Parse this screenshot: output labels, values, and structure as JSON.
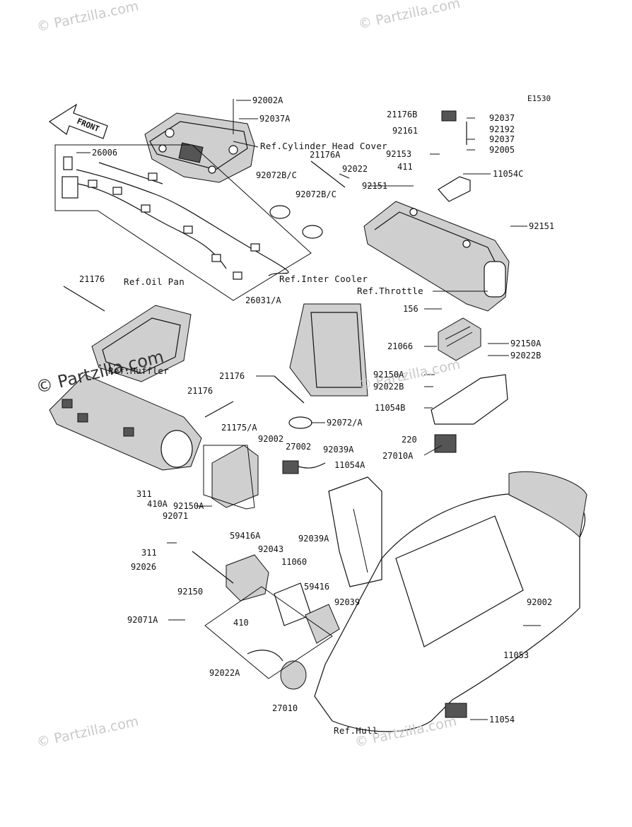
{
  "diagram_code": "E1530",
  "watermark": "© Partzilla.com",
  "front_arrow": "FRONT",
  "parts": [
    {
      "id": "p92002A",
      "text": "92002A"
    },
    {
      "id": "p92037A",
      "text": "92037A"
    },
    {
      "id": "refCyl",
      "text": "Ref.Cylinder Head Cover"
    },
    {
      "id": "p26006",
      "text": "26006"
    },
    {
      "id": "p21176A",
      "text": "21176A"
    },
    {
      "id": "p92022",
      "text": "92022"
    },
    {
      "id": "p92072BC1",
      "text": "92072B/C"
    },
    {
      "id": "p92072BC2",
      "text": "92072B/C"
    },
    {
      "id": "p21176B",
      "text": "21176B"
    },
    {
      "id": "p92037a",
      "text": "92037"
    },
    {
      "id": "p92192",
      "text": "92192"
    },
    {
      "id": "p92161",
      "text": "92161"
    },
    {
      "id": "p92037b",
      "text": "92037"
    },
    {
      "id": "p92153",
      "text": "92153"
    },
    {
      "id": "p92005",
      "text": "92005"
    },
    {
      "id": "p411",
      "text": "411"
    },
    {
      "id": "p11054C",
      "text": "11054C"
    },
    {
      "id": "p92151a",
      "text": "92151"
    },
    {
      "id": "p92151b",
      "text": "92151"
    },
    {
      "id": "p21176a",
      "text": "21176"
    },
    {
      "id": "refOil",
      "text": "Ref.Oil Pan"
    },
    {
      "id": "p26031A",
      "text": "26031/A"
    },
    {
      "id": "refInter",
      "text": "Ref.Inter Cooler"
    },
    {
      "id": "refThrottle",
      "text": "Ref.Throttle"
    },
    {
      "id": "p156",
      "text": "156"
    },
    {
      "id": "p21066",
      "text": "21066"
    },
    {
      "id": "p92150A1",
      "text": "92150A"
    },
    {
      "id": "p92022B1",
      "text": "92022B"
    },
    {
      "id": "refMuffler",
      "text": "Ref.Muffler"
    },
    {
      "id": "p21176b",
      "text": "21176"
    },
    {
      "id": "p92150A2",
      "text": "92150A"
    },
    {
      "id": "p92022B2",
      "text": "92022B"
    },
    {
      "id": "p21176c",
      "text": "21176"
    },
    {
      "id": "p11054B",
      "text": "11054B"
    },
    {
      "id": "p92072A",
      "text": "92072/A"
    },
    {
      "id": "p21175A",
      "text": "21175/A"
    },
    {
      "id": "p92002a",
      "text": "92002"
    },
    {
      "id": "p27002",
      "text": "27002"
    },
    {
      "id": "p92039A1",
      "text": "92039A"
    },
    {
      "id": "p220",
      "text": "220"
    },
    {
      "id": "p27010A",
      "text": "27010A"
    },
    {
      "id": "p11054A",
      "text": "11054A"
    },
    {
      "id": "p311a",
      "text": "311"
    },
    {
      "id": "p410A",
      "text": "410A"
    },
    {
      "id": "p92150A3",
      "text": "92150A"
    },
    {
      "id": "p92071",
      "text": "92071"
    },
    {
      "id": "p311b",
      "text": "311"
    },
    {
      "id": "p92026",
      "text": "92026"
    },
    {
      "id": "p59416A",
      "text": "59416A"
    },
    {
      "id": "p92043",
      "text": "92043"
    },
    {
      "id": "p92039A2",
      "text": "92039A"
    },
    {
      "id": "p11060",
      "text": "11060"
    },
    {
      "id": "p92150",
      "text": "92150"
    },
    {
      "id": "p59416",
      "text": "59416"
    },
    {
      "id": "p92039",
      "text": "92039"
    },
    {
      "id": "p92002b",
      "text": "92002"
    },
    {
      "id": "p92071A",
      "text": "92071A"
    },
    {
      "id": "p410",
      "text": "410"
    },
    {
      "id": "p92022A",
      "text": "92022A"
    },
    {
      "id": "p11053",
      "text": "11053"
    },
    {
      "id": "p27010",
      "text": "27010"
    },
    {
      "id": "refHull",
      "text": "Ref.Hull"
    },
    {
      "id": "p11054",
      "text": "11054"
    }
  ]
}
